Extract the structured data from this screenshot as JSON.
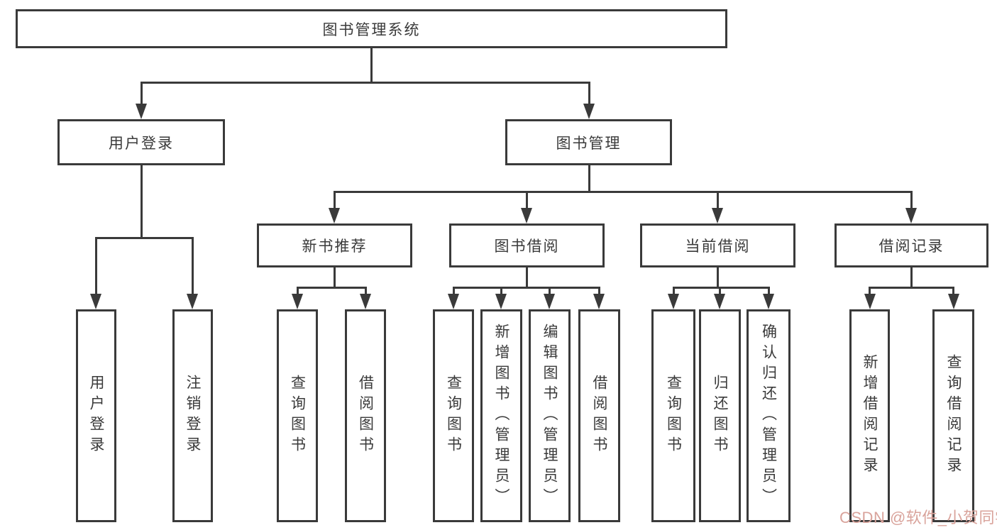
{
  "diagram": {
    "nodes": {
      "root": "图书管理系统",
      "user_login_group": "用户登录",
      "book_management": "图书管理",
      "new_book_recommend": "新书推荐",
      "book_borrowing": "图书借阅",
      "current_borrowing": "当前借阅",
      "borrowing_records": "借阅记录",
      "user_login": "用户登录",
      "logout_login": "注销登录",
      "recommend_query_book": "查询图书",
      "recommend_borrow_book": "借阅图书",
      "borrow_query_book": "查询图书",
      "borrow_add_book": "新增图书（管理员）",
      "borrow_edit_book": "编辑图书（管理员）",
      "borrow_borrow_book": "借阅图书",
      "current_query_book": "查询图书",
      "current_return_book": "归还图书",
      "current_confirm_return": "确认归还（管理员）",
      "records_add_record": "新增借阅记录",
      "records_query_record": "查询借阅记录"
    },
    "watermark": "CSDN @软件_小贺同学",
    "colors": {
      "line": "#3a3a3a",
      "text": "#3a3a3a",
      "watermark": "#d9a39b",
      "background": "#ffffff"
    }
  }
}
